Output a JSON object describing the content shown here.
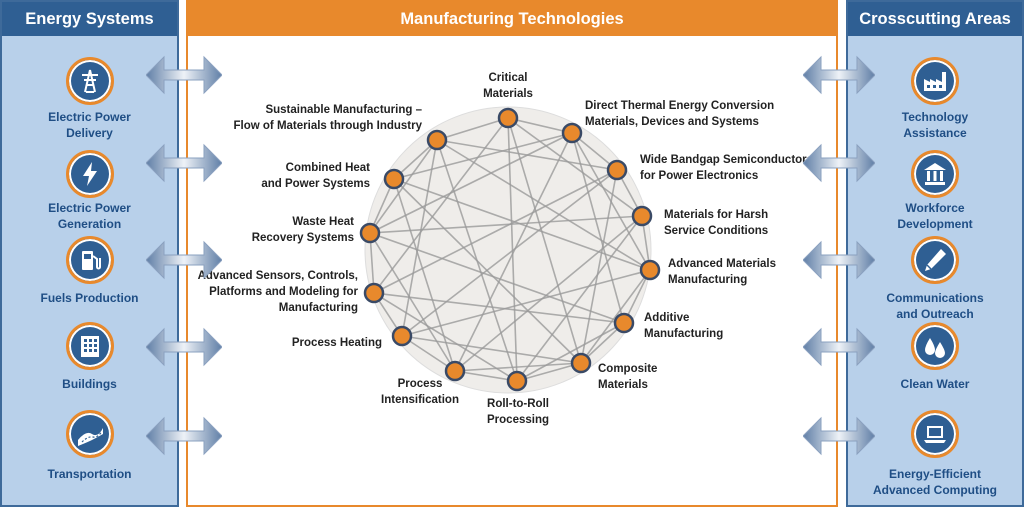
{
  "left_panel": {
    "title": "Energy Systems",
    "items": [
      {
        "label_lines": [
          "Electric Power",
          "Delivery"
        ],
        "icon": "power-tower-icon"
      },
      {
        "label_lines": [
          "Electric Power",
          "Generation"
        ],
        "icon": "lightning-icon"
      },
      {
        "label_lines": [
          "Fuels Production"
        ],
        "icon": "fuel-pump-icon"
      },
      {
        "label_lines": [
          "Buildings"
        ],
        "icon": "building-icon"
      },
      {
        "label_lines": [
          "Transportation"
        ],
        "icon": "road-icon"
      }
    ]
  },
  "center_panel": {
    "title": "Manufacturing Technologies",
    "nodes": [
      {
        "label_lines": [
          "Critical",
          "Materials"
        ]
      },
      {
        "label_lines": [
          "Direct Thermal Energy Conversion",
          "Materials, Devices and Systems"
        ]
      },
      {
        "label_lines": [
          "Wide Bandgap Semiconductors",
          "for Power Electronics"
        ]
      },
      {
        "label_lines": [
          "Materials for Harsh",
          "Service Conditions"
        ]
      },
      {
        "label_lines": [
          "Advanced Materials",
          "Manufacturing"
        ]
      },
      {
        "label_lines": [
          "Additive",
          "Manufacturing"
        ]
      },
      {
        "label_lines": [
          "Composite",
          "Materials"
        ]
      },
      {
        "label_lines": [
          "Roll-to-Roll",
          "Processing"
        ]
      },
      {
        "label_lines": [
          "Process",
          "Intensification"
        ]
      },
      {
        "label_lines": [
          "Process Heating"
        ]
      },
      {
        "label_lines": [
          "Advanced Sensors, Controls,",
          "Platforms and Modeling for",
          "Manufacturing"
        ]
      },
      {
        "label_lines": [
          "Waste Heat",
          "Recovery Systems"
        ]
      },
      {
        "label_lines": [
          "Combined Heat",
          "and Power Systems"
        ]
      },
      {
        "label_lines": [
          "Sustainable Manufacturing –",
          "Flow of Materials through Industry"
        ]
      }
    ]
  },
  "right_panel": {
    "title": "Crosscutting Areas",
    "items": [
      {
        "label_lines": [
          "Technology",
          "Assistance"
        ],
        "icon": "factory-icon"
      },
      {
        "label_lines": [
          "Workforce",
          "Development"
        ],
        "icon": "institution-icon"
      },
      {
        "label_lines": [
          "Communications",
          "and Outreach"
        ],
        "icon": "pen-icon"
      },
      {
        "label_lines": [
          "Clean Water"
        ],
        "icon": "water-drops-icon"
      },
      {
        "label_lines": [
          "Energy-Efficient",
          "Advanced Computing"
        ],
        "icon": "laptop-icon"
      }
    ]
  },
  "colors": {
    "blue_dark": "#2f5f93",
    "blue_light": "#b8d0ea",
    "orange": "#e8892c",
    "node_fill": "#e8892c",
    "node_stroke": "#3a4a66"
  }
}
